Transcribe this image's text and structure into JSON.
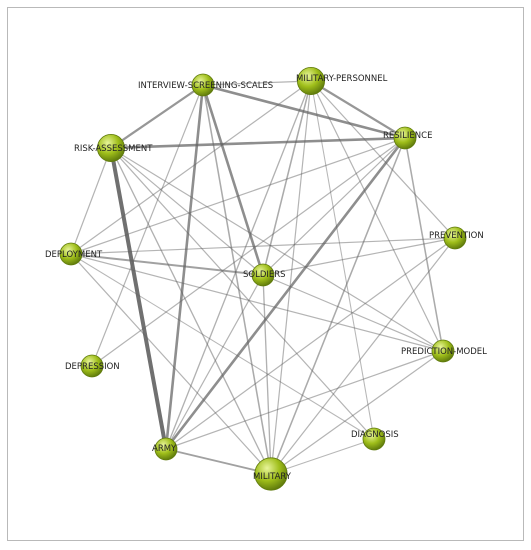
{
  "graph": {
    "nodes": [
      {
        "id": "INTERVIEW-SCREENING-SCALES",
        "label": "INTERVIEW-SCREENING-SCALES",
        "weight": 2
      },
      {
        "id": "MILITARY-PERSONNEL",
        "label": "MILITARY-PERSONNEL",
        "weight": 3
      },
      {
        "id": "RISK-ASSESSMENT",
        "label": "RISK-ASSESSMENT",
        "weight": 3
      },
      {
        "id": "RESILIENCE",
        "label": "RESILIENCE",
        "weight": 2
      },
      {
        "id": "PREVENTION",
        "label": "PREVENTION",
        "weight": 2
      },
      {
        "id": "DEPLOYMENT",
        "label": "DEPLOYMENT",
        "weight": 2
      },
      {
        "id": "SOLDIERS",
        "label": "SOLDIERS",
        "weight": 2
      },
      {
        "id": "DEPRESSION",
        "label": "DEPRESSION",
        "weight": 2
      },
      {
        "id": "PREDICTION-MODEL",
        "label": "PREDICTION-MODEL",
        "weight": 2
      },
      {
        "id": "DIAGNOSIS",
        "label": "DIAGNOSIS",
        "weight": 2
      },
      {
        "id": "ARMY",
        "label": "ARMY",
        "weight": 2
      },
      {
        "id": "MILITARY",
        "label": "MILITARY",
        "weight": 4
      }
    ],
    "edges": [
      {
        "source": "RISK-ASSESSMENT",
        "target": "ARMY",
        "weight": 5
      },
      {
        "source": "INTERVIEW-SCREENING-SCALES",
        "target": "RESILIENCE",
        "weight": 3
      },
      {
        "source": "RISK-ASSESSMENT",
        "target": "RESILIENCE",
        "weight": 3
      },
      {
        "source": "INTERVIEW-SCREENING-SCALES",
        "target": "ARMY",
        "weight": 3
      },
      {
        "source": "INTERVIEW-SCREENING-SCALES",
        "target": "SOLDIERS",
        "weight": 3
      },
      {
        "source": "RESILIENCE",
        "target": "ARMY",
        "weight": 3
      },
      {
        "source": "RISK-ASSESSMENT",
        "target": "INTERVIEW-SCREENING-SCALES",
        "weight": 2.5
      },
      {
        "source": "MILITARY-PERSONNEL",
        "target": "RESILIENCE",
        "weight": 2.5
      },
      {
        "source": "DEPLOYMENT",
        "target": "SOLDIERS",
        "weight": 2
      },
      {
        "source": "ARMY",
        "target": "MILITARY",
        "weight": 2
      },
      {
        "source": "MILITARY-PERSONNEL",
        "target": "SOLDIERS",
        "weight": 1.5
      },
      {
        "source": "RESILIENCE",
        "target": "PREDICTION-MODEL",
        "weight": 1.5
      },
      {
        "source": "RESILIENCE",
        "target": "MILITARY",
        "weight": 1.5
      },
      {
        "source": "INTERVIEW-SCREENING-SCALES",
        "target": "MILITARY",
        "weight": 1.5
      },
      {
        "source": "MILITARY-PERSONNEL",
        "target": "ARMY",
        "weight": 1.2
      },
      {
        "source": "RISK-ASSESSMENT",
        "target": "MILITARY",
        "weight": 1.2
      },
      {
        "source": "SOLDIERS",
        "target": "MILITARY",
        "weight": 1.2
      },
      {
        "source": "RISK-ASSESSMENT",
        "target": "DEPLOYMENT",
        "weight": 1
      },
      {
        "source": "RISK-ASSESSMENT",
        "target": "SOLDIERS",
        "weight": 1
      },
      {
        "source": "RISK-ASSESSMENT",
        "target": "DIAGNOSIS",
        "weight": 1
      },
      {
        "source": "RISK-ASSESSMENT",
        "target": "PREDICTION-MODEL",
        "weight": 1
      },
      {
        "source": "MILITARY-PERSONNEL",
        "target": "MILITARY",
        "weight": 1
      },
      {
        "source": "MILITARY-PERSONNEL",
        "target": "DEPLOYMENT",
        "weight": 1
      },
      {
        "source": "MILITARY-PERSONNEL",
        "target": "PREDICTION-MODEL",
        "weight": 1
      },
      {
        "source": "MILITARY-PERSONNEL",
        "target": "PREVENTION",
        "weight": 1
      },
      {
        "source": "DEPLOYMENT",
        "target": "PREDICTION-MODEL",
        "weight": 1
      },
      {
        "source": "DEPLOYMENT",
        "target": "MILITARY",
        "weight": 1
      },
      {
        "source": "DEPLOYMENT",
        "target": "PREVENTION",
        "weight": 1
      },
      {
        "source": "SOLDIERS",
        "target": "PREDICTION-MODEL",
        "weight": 1
      },
      {
        "source": "SOLDIERS",
        "target": "PREVENTION",
        "weight": 1
      },
      {
        "source": "SOLDIERS",
        "target": "ARMY",
        "weight": 1
      },
      {
        "source": "RESILIENCE",
        "target": "SOLDIERS",
        "weight": 1
      },
      {
        "source": "RESILIENCE",
        "target": "DEPLOYMENT",
        "weight": 1
      },
      {
        "source": "RESILIENCE",
        "target": "DEPRESSION",
        "weight": 1
      },
      {
        "source": "PREVENTION",
        "target": "MILITARY",
        "weight": 1
      },
      {
        "source": "PREVENTION",
        "target": "ARMY",
        "weight": 1
      },
      {
        "source": "PREDICTION-MODEL",
        "target": "ARMY",
        "weight": 1
      },
      {
        "source": "PREDICTION-MODEL",
        "target": "MILITARY",
        "weight": 1
      },
      {
        "source": "INTERVIEW-SCREENING-SCALES",
        "target": "MILITARY-PERSONNEL",
        "weight": 1
      },
      {
        "source": "INTERVIEW-SCREENING-SCALES",
        "target": "DEPRESSION",
        "weight": 1
      },
      {
        "source": "MILITARY-PERSONNEL",
        "target": "DIAGNOSIS",
        "weight": 0.8
      },
      {
        "source": "DIAGNOSIS",
        "target": "MILITARY",
        "weight": 0.8
      },
      {
        "source": "DEPLOYMENT",
        "target": "DIAGNOSIS",
        "weight": 0.8
      }
    ]
  },
  "colors": {
    "node_fill": "#9fbe1a",
    "node_highlight": "#e8f59a",
    "node_stroke": "#5f7a0c",
    "edge": "#606060",
    "label": "#222222",
    "border": "#b9b9b9",
    "background": "#ffffff"
  }
}
